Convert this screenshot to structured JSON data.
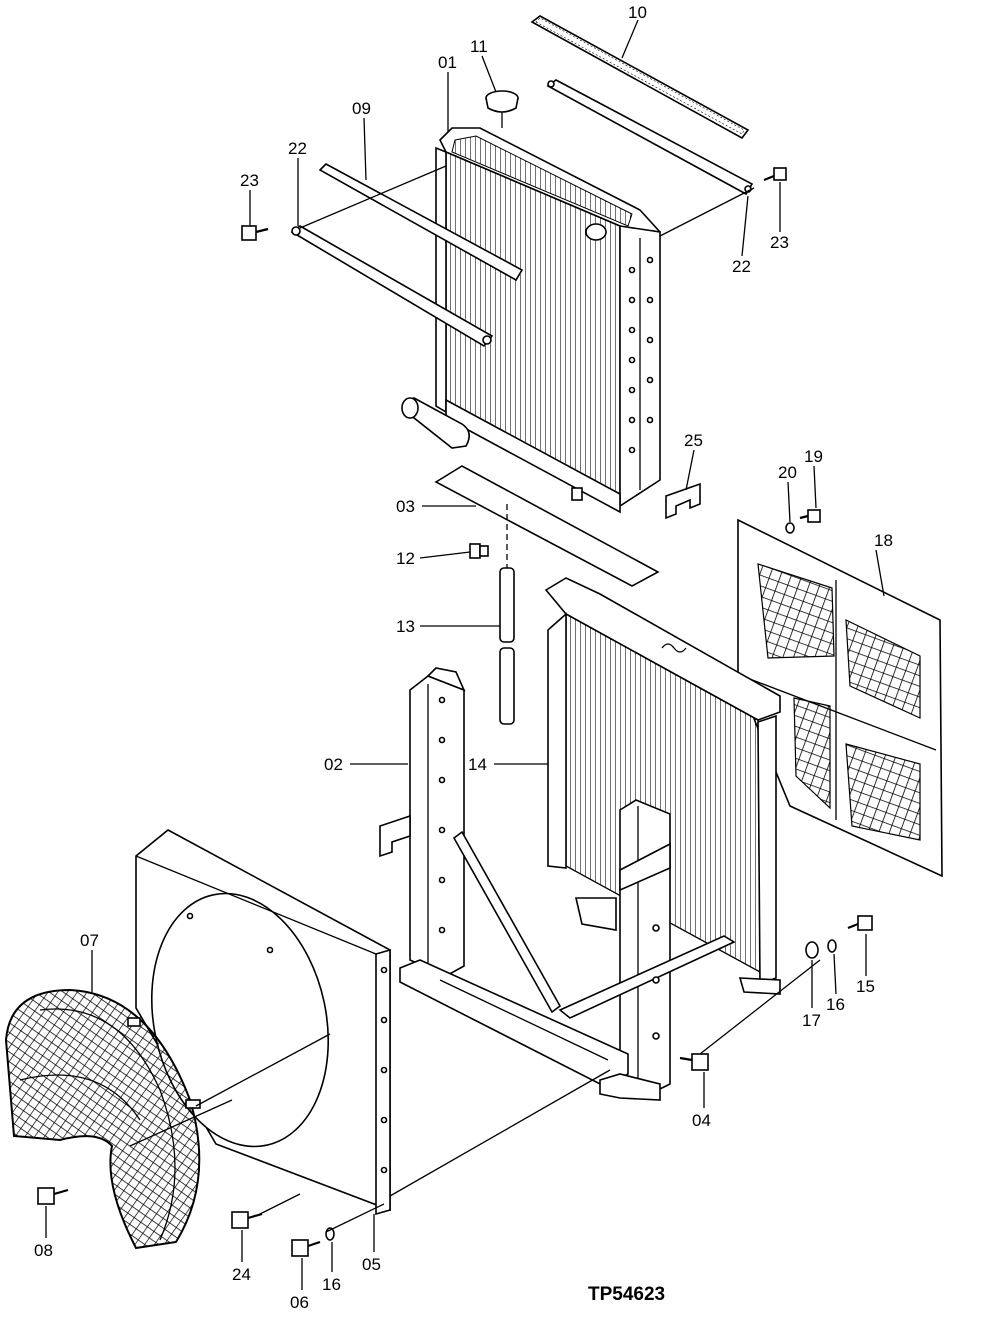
{
  "diagram": {
    "figure_code": "TP54623",
    "callouts": [
      {
        "id": "01",
        "label": "01"
      },
      {
        "id": "02",
        "label": "02"
      },
      {
        "id": "03",
        "label": "03"
      },
      {
        "id": "04",
        "label": "04"
      },
      {
        "id": "05",
        "label": "05"
      },
      {
        "id": "06",
        "label": "06"
      },
      {
        "id": "07",
        "label": "07"
      },
      {
        "id": "08",
        "label": "08"
      },
      {
        "id": "09",
        "label": "09"
      },
      {
        "id": "10",
        "label": "10"
      },
      {
        "id": "11",
        "label": "11"
      },
      {
        "id": "12",
        "label": "12"
      },
      {
        "id": "13",
        "label": "13"
      },
      {
        "id": "14",
        "label": "14"
      },
      {
        "id": "15",
        "label": "15"
      },
      {
        "id": "16a",
        "label": "16"
      },
      {
        "id": "16b",
        "label": "16"
      },
      {
        "id": "17",
        "label": "17"
      },
      {
        "id": "18",
        "label": "18"
      },
      {
        "id": "19",
        "label": "19"
      },
      {
        "id": "20",
        "label": "20"
      },
      {
        "id": "22a",
        "label": "22"
      },
      {
        "id": "22b",
        "label": "22"
      },
      {
        "id": "23a",
        "label": "23"
      },
      {
        "id": "23b",
        "label": "23"
      },
      {
        "id": "24",
        "label": "24"
      },
      {
        "id": "25",
        "label": "25"
      }
    ]
  }
}
